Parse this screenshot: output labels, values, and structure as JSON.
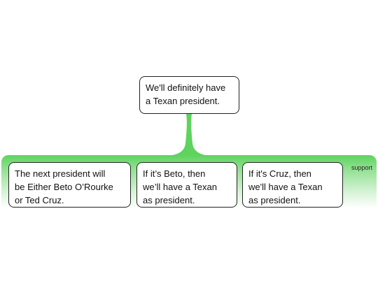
{
  "claim": {
    "lines": [
      "We'll definitely have",
      "a Texan president."
    ]
  },
  "support": {
    "label": "support",
    "premises": [
      {
        "lines": [
          "The next president will",
          "be Either Beto O’Rourke",
          "or Ted Cruz."
        ]
      },
      {
        "lines": [
          "If it’s Beto, then",
          "we’ll have a Texan",
          "as president."
        ]
      },
      {
        "lines": [
          "If it's Cruz, then",
          "we'll have a Texan",
          "as president."
        ]
      }
    ]
  },
  "colors": {
    "support_green": "#5ed35e",
    "connector_green": "#5ed35e",
    "node_border": "#222222"
  }
}
